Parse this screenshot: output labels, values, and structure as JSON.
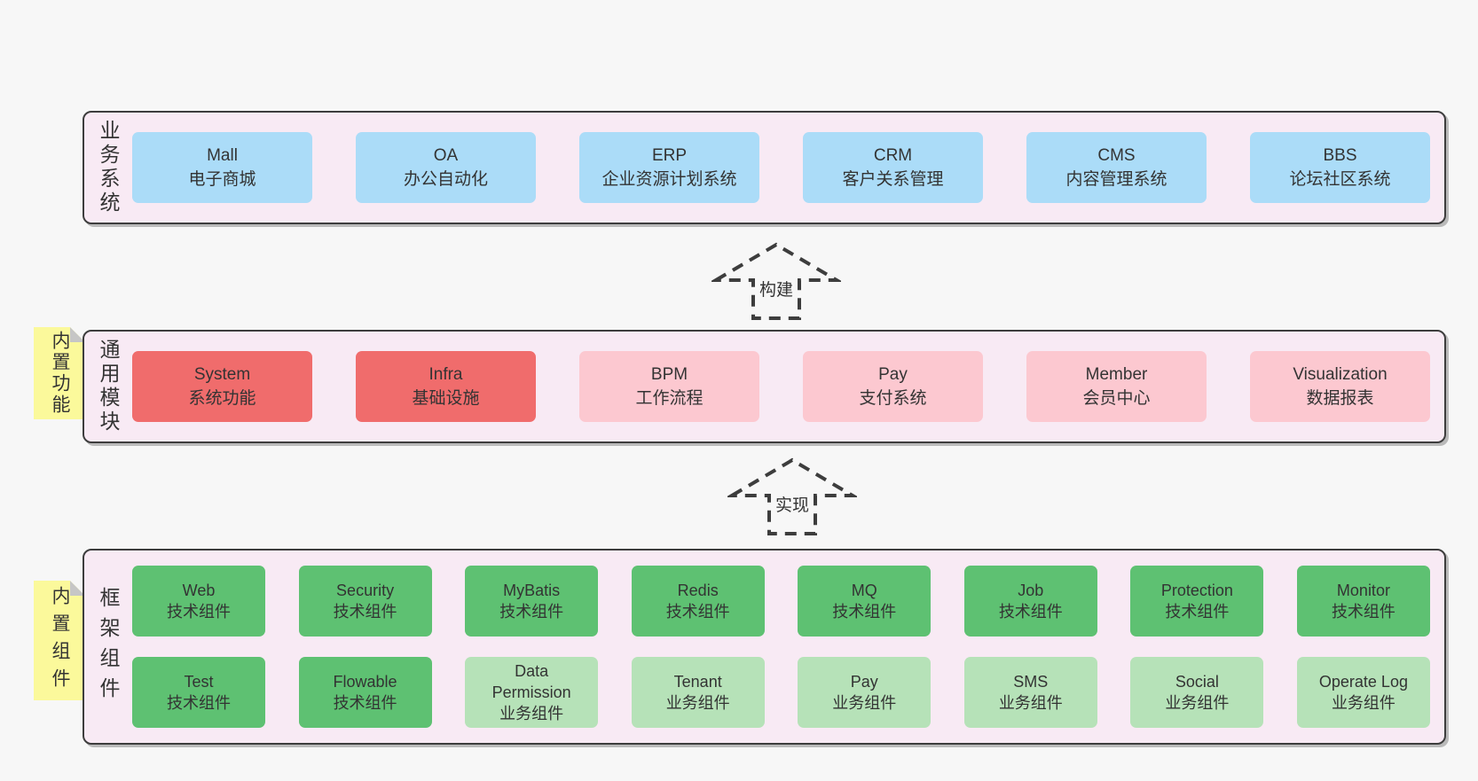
{
  "colors": {
    "page_bg": "#f7f7f7",
    "panel_bg": "#f8eaf4",
    "panel_border": "#3d3d3d",
    "business_box": "#abdcf8",
    "core_module_box": "#f06c6c",
    "optional_module_box": "#fcc8d0",
    "tech_component_box": "#5ec172",
    "biz_component_box": "#b6e2b8",
    "sticky_note": "#fbf99b",
    "text": "#333333"
  },
  "arrows": {
    "build": "构建",
    "implement": "实现"
  },
  "sections": {
    "business": {
      "side_label": "业务系统",
      "items": [
        {
          "name": "Mall",
          "desc": "电子商城"
        },
        {
          "name": "OA",
          "desc": "办公自动化"
        },
        {
          "name": "ERP",
          "desc": "企业资源计划系统"
        },
        {
          "name": "CRM",
          "desc": "客户关系管理"
        },
        {
          "name": "CMS",
          "desc": "内容管理系统"
        },
        {
          "name": "BBS",
          "desc": "论坛社区系统"
        }
      ]
    },
    "modules": {
      "side_label": "通用模块",
      "sticky_note": "内置功能",
      "items": [
        {
          "name": "System",
          "desc": "系统功能"
        },
        {
          "name": "Infra",
          "desc": "基础设施"
        },
        {
          "name": "BPM",
          "desc": "工作流程"
        },
        {
          "name": "Pay",
          "desc": "支付系统"
        },
        {
          "name": "Member",
          "desc": "会员中心"
        },
        {
          "name": "Visualization",
          "desc": "数据报表"
        }
      ]
    },
    "framework": {
      "side_label": "框架组件",
      "sticky_note": "内置组件",
      "row1": [
        {
          "name": "Web",
          "desc": "技术组件"
        },
        {
          "name": "Security",
          "desc": "技术组件"
        },
        {
          "name": "MyBatis",
          "desc": "技术组件"
        },
        {
          "name": "Redis",
          "desc": "技术组件"
        },
        {
          "name": "MQ",
          "desc": "技术组件"
        },
        {
          "name": "Job",
          "desc": "技术组件"
        },
        {
          "name": "Protection",
          "desc": "技术组件"
        },
        {
          "name": "Monitor",
          "desc": "技术组件"
        }
      ],
      "row2": [
        {
          "name": "Test",
          "desc": "技术组件"
        },
        {
          "name": "Flowable",
          "desc": "技术组件"
        },
        {
          "name": "Data Permission",
          "desc": "业务组件"
        },
        {
          "name": "Tenant",
          "desc": "业务组件"
        },
        {
          "name": "Pay",
          "desc": "业务组件"
        },
        {
          "name": "SMS",
          "desc": "业务组件"
        },
        {
          "name": "Social",
          "desc": "业务组件"
        },
        {
          "name": "Operate Log",
          "desc": "业务组件"
        }
      ]
    }
  }
}
